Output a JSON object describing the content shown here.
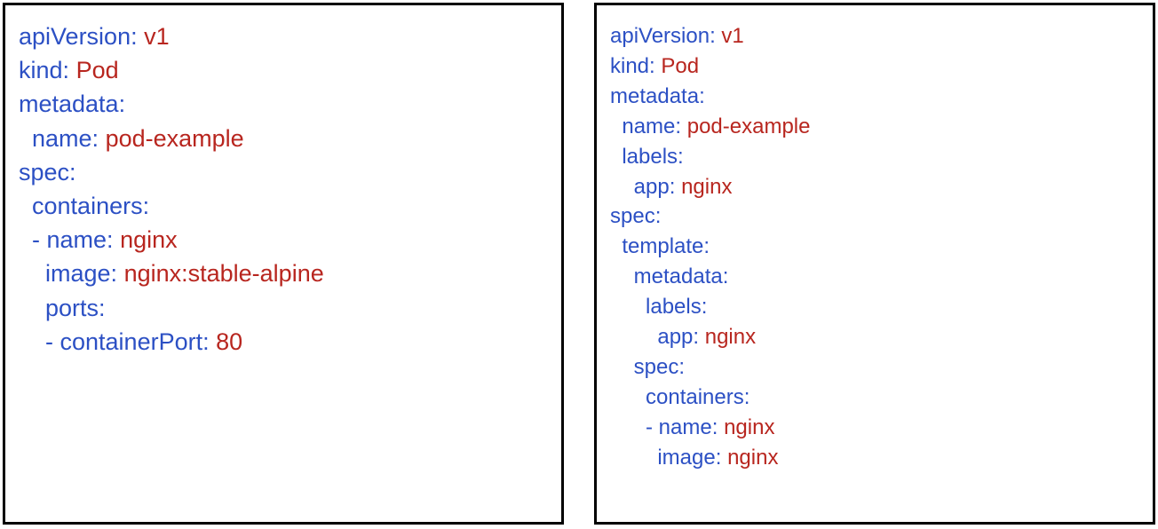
{
  "colors": {
    "key": "#2c50c4",
    "value": "#b8261f",
    "border": "#000000"
  },
  "left_panel": {
    "lines": [
      {
        "indent": "",
        "key": "apiVersion:",
        "value": "v1"
      },
      {
        "indent": "",
        "key": "kind:",
        "value": "Pod"
      },
      {
        "indent": "",
        "key": "metadata:",
        "value": ""
      },
      {
        "indent": "  ",
        "key": "name:",
        "value": "pod-example"
      },
      {
        "indent": "",
        "key": "spec:",
        "value": ""
      },
      {
        "indent": "  ",
        "key": "containers:",
        "value": ""
      },
      {
        "indent": "  ",
        "key": "- name:",
        "value": "nginx"
      },
      {
        "indent": "    ",
        "key": "image:",
        "value": "nginx:stable-alpine"
      },
      {
        "indent": "    ",
        "key": "ports:",
        "value": ""
      },
      {
        "indent": "    ",
        "key": "- containerPort:",
        "value": "80"
      }
    ]
  },
  "right_panel": {
    "lines": [
      {
        "indent": "",
        "key": "apiVersion:",
        "value": "v1"
      },
      {
        "indent": "",
        "key": "kind:",
        "value": "Pod"
      },
      {
        "indent": "",
        "key": "metadata:",
        "value": ""
      },
      {
        "indent": "  ",
        "key": "name:",
        "value": "pod-example"
      },
      {
        "indent": "  ",
        "key": "labels:",
        "value": ""
      },
      {
        "indent": "    ",
        "key": "app:",
        "value": "nginx"
      },
      {
        "indent": "",
        "key": "spec:",
        "value": ""
      },
      {
        "indent": "  ",
        "key": "template:",
        "value": ""
      },
      {
        "indent": "    ",
        "key": "metadata:",
        "value": ""
      },
      {
        "indent": "      ",
        "key": "labels:",
        "value": ""
      },
      {
        "indent": "        ",
        "key": "app:",
        "value": "nginx"
      },
      {
        "indent": "    ",
        "key": "spec:",
        "value": ""
      },
      {
        "indent": "      ",
        "key": "containers:",
        "value": ""
      },
      {
        "indent": "      ",
        "key": "- name:",
        "value": "nginx"
      },
      {
        "indent": "        ",
        "key": "image:",
        "value": "nginx"
      }
    ]
  }
}
